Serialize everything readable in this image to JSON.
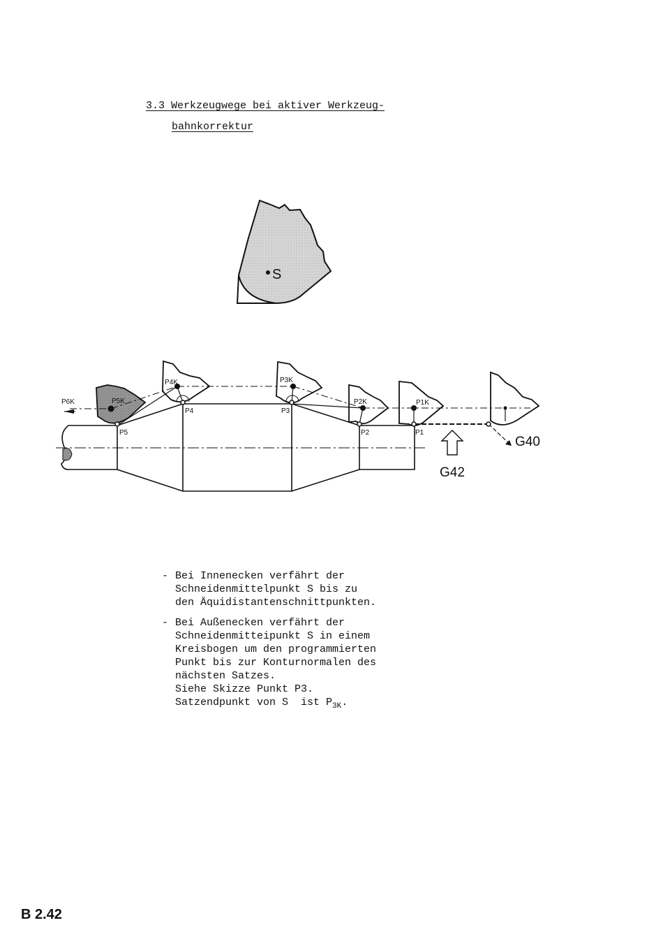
{
  "heading": {
    "line1": "3.3 Werkzeugwege bei aktiver Werkzeug-",
    "line2": "bahnkorrektur"
  },
  "figure": {
    "insert_label": "S",
    "point_labels": [
      "P6K",
      "P5K",
      "P4K",
      "P4",
      "P3K",
      "P3",
      "P2K",
      "P2",
      "P1K",
      "P1",
      "P5"
    ],
    "g40": "G40",
    "g42": "G42"
  },
  "bullets": [
    {
      "dash": "-",
      "lines": [
        "Bei Innenecken verfährt der",
        "Schneidenmittelpunkt S bis zu",
        "den Äquidistantenschnittpunkten."
      ]
    },
    {
      "dash": "-",
      "lines": [
        "Bei Außenecken verfährt der",
        "Schneidenmitteipunkt S in einem",
        "Kreisbogen um den programmierten",
        "Punkt bis zur Konturnormalen des",
        "nächsten Satzes.",
        "Siehe Skizze Punkt P3."
      ],
      "last_prefix": "Satzendpunkt von S  ist P",
      "last_sub": "3K",
      "last_suffix": "."
    }
  ],
  "page_number": "B 2.42"
}
